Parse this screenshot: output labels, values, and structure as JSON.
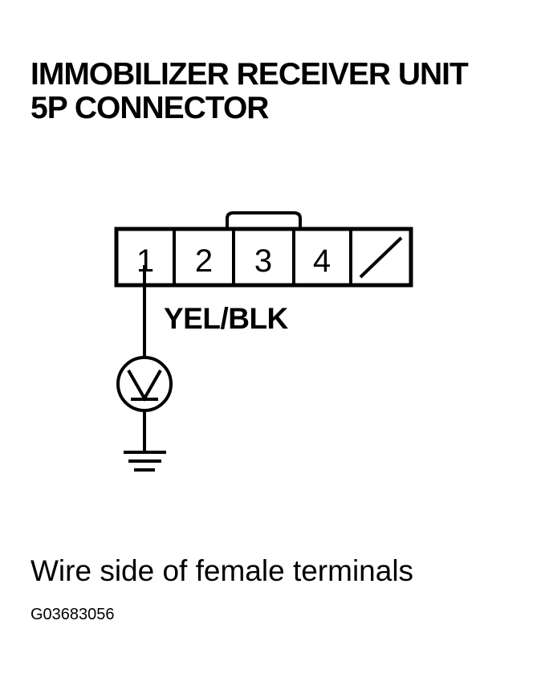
{
  "title": {
    "line1": "IMMOBILIZER RECEIVER UNIT",
    "line2": "5P CONNECTOR"
  },
  "connector": {
    "pins": [
      "1",
      "2",
      "3",
      "4"
    ],
    "blank_cavity_icon": "slash-blank-cavity-icon"
  },
  "wire_label": "YEL/BLK",
  "meter": {
    "symbol": "V",
    "icon": "voltmeter-icon"
  },
  "ground_icon": "ground-symbol-icon",
  "caption": "Wire side of female terminals",
  "figure_id": "G03683056",
  "colors": {
    "ink": "#000000",
    "background": "#ffffff"
  }
}
